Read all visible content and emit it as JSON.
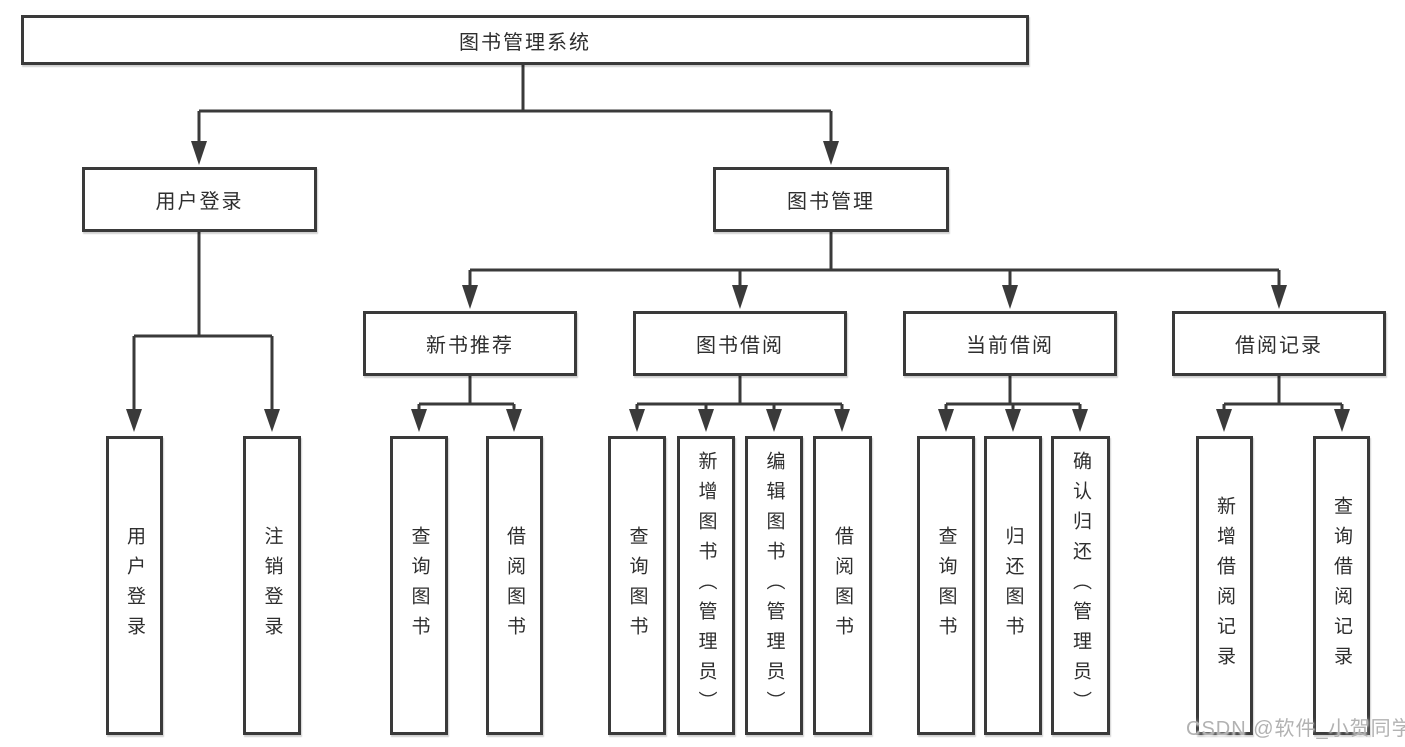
{
  "title": "图书管理系统",
  "tree": {
    "root": {
      "label": "图书管理系统",
      "children": [
        {
          "label": "用户登录",
          "children": [
            {
              "label": "用户登录"
            },
            {
              "label": "注销登录"
            }
          ]
        },
        {
          "label": "图书管理",
          "children": [
            {
              "label": "新书推荐",
              "children": [
                {
                  "label": "查询图书"
                },
                {
                  "label": "借阅图书"
                }
              ]
            },
            {
              "label": "图书借阅",
              "children": [
                {
                  "label": "查询图书"
                },
                {
                  "label": "新增图书（管理员）"
                },
                {
                  "label": "编辑图书（管理员）"
                },
                {
                  "label": "借阅图书"
                }
              ]
            },
            {
              "label": "当前借阅",
              "children": [
                {
                  "label": "查询图书"
                },
                {
                  "label": "归还图书"
                },
                {
                  "label": "确认归还（管理员）"
                }
              ]
            },
            {
              "label": "借阅记录",
              "children": [
                {
                  "label": "新增借阅记录"
                },
                {
                  "label": "查询借阅记录"
                }
              ]
            }
          ]
        }
      ]
    }
  },
  "watermark": {
    "text": "CSDN @软件_小贺同学"
  },
  "colors": {
    "line": "#3a3a3a",
    "node_border": "#3a3a3a",
    "node_background": "#ffffff",
    "node_text": "#2e2e2e",
    "watermark_text": "#b2b2b2",
    "page_background": "#ffffff"
  }
}
